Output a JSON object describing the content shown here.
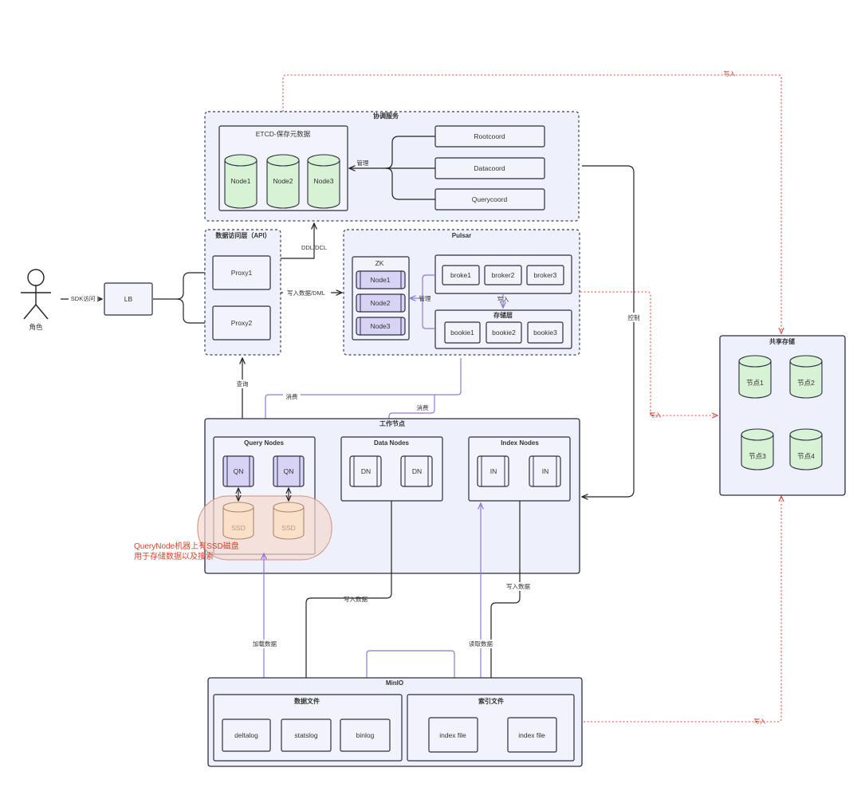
{
  "actor": {
    "label": "角色"
  },
  "lb": {
    "label": "LB"
  },
  "coord": {
    "title": "协调服务",
    "etcd_title": "ETCD-保存元数据",
    "etcd_nodes": [
      "Node1",
      "Node2",
      "Node3"
    ],
    "services": [
      "Rootcoord",
      "Datacoord",
      "Querycoord"
    ]
  },
  "api": {
    "title": "数据访问层（API）",
    "proxies": [
      "Proxy1",
      "Proxy2"
    ]
  },
  "pulsar": {
    "title": "Pulsar",
    "zk_title": "ZK",
    "zk_nodes": [
      "Node1",
      "Node2",
      "Node3"
    ],
    "brokers": [
      "broke1",
      "broker2",
      "broker3"
    ],
    "storage_title": "存储层",
    "bookies": [
      "bookie1",
      "bookie2",
      "bookie3"
    ]
  },
  "workers": {
    "title": "工作节点",
    "query": {
      "title": "Query Nodes",
      "items": [
        "QN",
        "QN"
      ],
      "ssd": [
        "SSD",
        "SSD"
      ]
    },
    "data": {
      "title": "Data Nodes",
      "items": [
        "DN",
        "DN"
      ]
    },
    "index": {
      "title": "Index Nodes",
      "items": [
        "IN",
        "IN"
      ]
    }
  },
  "ssd_note": [
    "QueryNode机器上有SSD磁盘",
    "用于存储数据以及搜索"
  ],
  "shared": {
    "title": "共享存储",
    "nodes": [
      "节点1",
      "节点2",
      "节点3",
      "节点4"
    ]
  },
  "minio": {
    "title": "MinIO",
    "data_files": {
      "title": "数据文件",
      "items": [
        "deltalog",
        "statslog",
        "binlog"
      ]
    },
    "index_files": {
      "title": "索引文件",
      "items": [
        "index file",
        "index file"
      ]
    }
  },
  "edges": {
    "sdk": "SDK访问",
    "ddl": "DDL/DCL",
    "write_dml": "写入数据/DML",
    "manage_coord": "管理",
    "manage_zk": "管理",
    "write_broker": "写入",
    "control": "控制",
    "query": "查询",
    "consume_q": "消费",
    "consume_d": "消费",
    "write_data": "写入数据",
    "write_index": "写入数据",
    "load_data": "加载数据",
    "read_data": "读取数据",
    "write_top": "写入",
    "write_mid": "写入",
    "write_bottom": "写入"
  }
}
